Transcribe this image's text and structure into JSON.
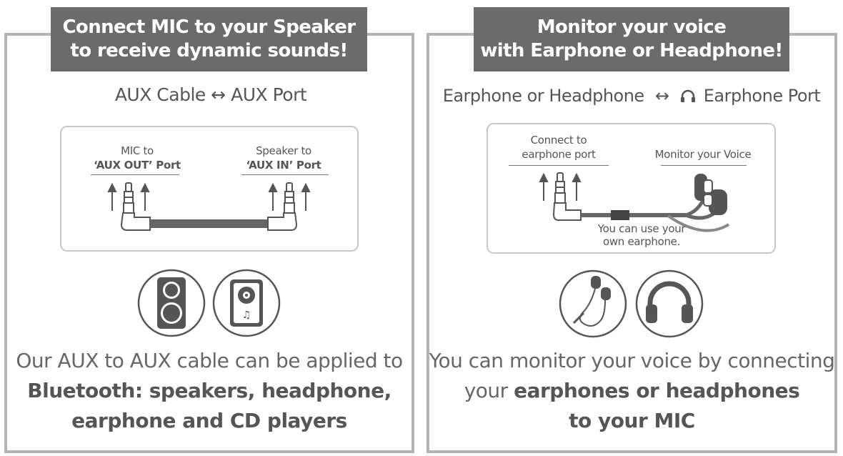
{
  "left": {
    "banner": {
      "line1": "Connect MIC to your Speaker",
      "line2": "to receive dynamic sounds!"
    },
    "subtitle": "AUX Cable ↔ AUX Port",
    "diagram": {
      "label_a_line1": "MIC  to",
      "label_a_line2": "‘AUX OUT’ Port",
      "label_b_line1": "Speaker to",
      "label_b_line2": "‘AUX  IN’ Port"
    },
    "icons": [
      "speaker-icon",
      "music-player-icon"
    ],
    "bottom": {
      "line1": "Our AUX to AUX cable can be applied to",
      "line2": "Bluetooth: speakers, headphone,",
      "line3": "earphone and CD players"
    }
  },
  "right": {
    "banner": {
      "line1": "Monitor your voice",
      "line2": "with Earphone or Headphone!"
    },
    "subtitle": {
      "part1": "Earphone or Headphone",
      "arrow": "↔",
      "part2": "Earphone Port"
    },
    "diagram": {
      "label_a_line1": "Connect to",
      "label_a_line2": "earphone  port",
      "label_b": "Monitor your Voice",
      "note_line1": "You can use your",
      "note_line2": "own earphone."
    },
    "icons": [
      "earphone-icon",
      "headphone-icon"
    ],
    "bottom": {
      "line1": "You can monitor your voice by connecting",
      "line2_pre": "your ",
      "line2_bold": "earphones or headphones",
      "line3": "to your MIC"
    }
  },
  "colors": {
    "banner_bg": "#6b6b6b",
    "panel_border": "#b3b3b3",
    "icon_stroke": "#555555",
    "text": "#555555"
  }
}
